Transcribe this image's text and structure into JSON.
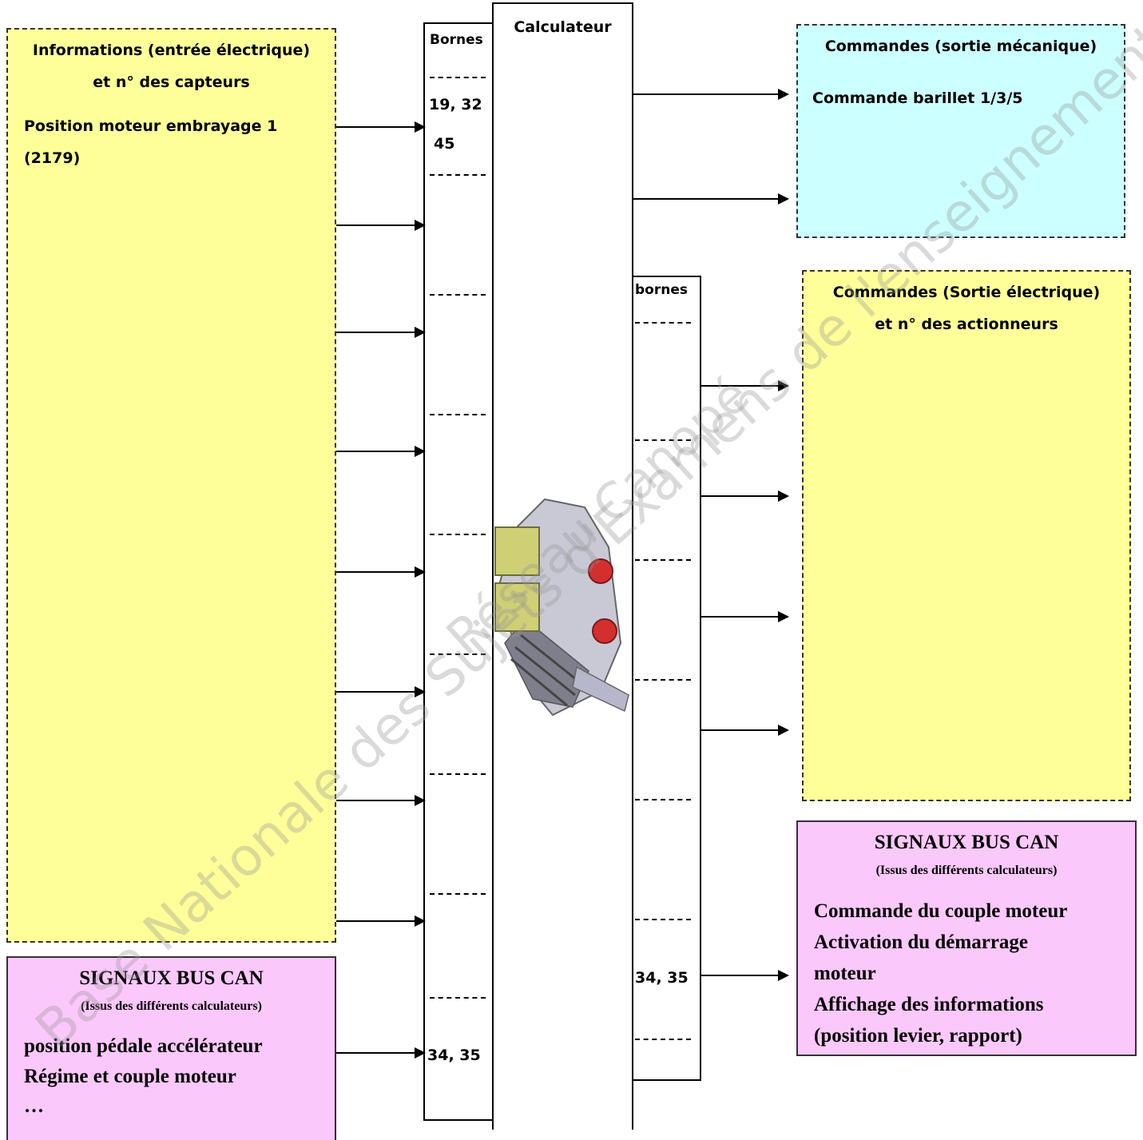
{
  "left_box": {
    "title_line1": "Informations (entrée électrique)",
    "title_line2": "et  n° des capteurs",
    "item_line1": "Position moteur embrayage 1",
    "item_line2": "(2179)"
  },
  "left_can": {
    "title": "SIGNAUX BUS CAN",
    "subtitle": "(Issus des différents calculateurs)",
    "lines": [
      "position pédale accélérateur",
      "Régime et couple moteur",
      "…"
    ]
  },
  "bornes_left": {
    "title": "Bornes",
    "dash": "---------",
    "pins_1": "19, 32",
    "pins_2": "45",
    "pins_can": "34, 35"
  },
  "calculateur": {
    "title": "Calculateur"
  },
  "bornes_right": {
    "title": "bornes",
    "dash": "---------",
    "pins_can": "34, 35"
  },
  "top_right_box": {
    "title": "Commandes (sortie mécanique)",
    "item": "Commande barillet 1/3/5"
  },
  "mid_right_box": {
    "title_line1": "Commandes (Sortie électrique)",
    "title_line2": "et n° des actionneurs"
  },
  "right_can": {
    "title": "SIGNAUX BUS CAN",
    "subtitle": "(Issus des différents calculateurs)",
    "lines": [
      "Commande du couple moteur",
      "Activation du démarrage",
      "moteur",
      "Affichage des informations",
      "(position levier, rapport)"
    ]
  },
  "watermark": {
    "line1": "Base Nationale des Sujets d'Examens de l'enseignement professionnel",
    "line2": "Réseau Canopé"
  },
  "colors": {
    "yellow": "#ffff99",
    "cyan": "#ccffff",
    "pink": "#fbc8fb"
  }
}
